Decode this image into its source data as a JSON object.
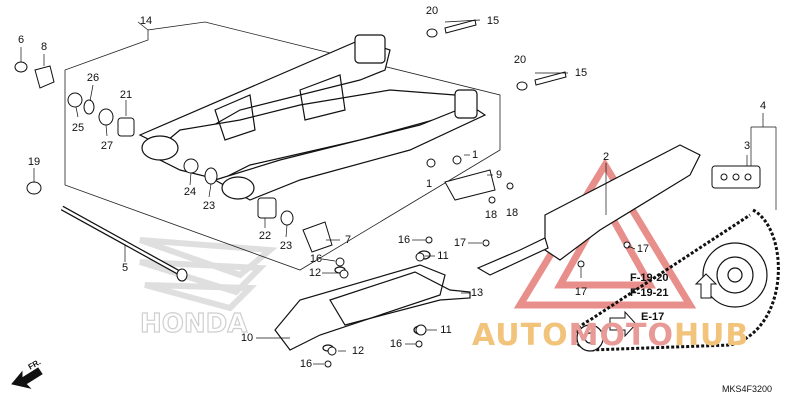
{
  "diagram_code": "MKS4F3200",
  "direction_label": "FR.",
  "references": [
    "F-19-20",
    "F-19-21",
    "E-17"
  ],
  "watermark": {
    "auto": "AUTO",
    "moto": "MOTO",
    "hub": "HUB",
    "primary_color": "#f2c37a",
    "accent_color": "#e89a96"
  },
  "brand_mark": "HONDA",
  "callouts": {
    "c14": "14",
    "c6": "6",
    "c8": "8",
    "c26": "26",
    "c21": "21",
    "c25": "25",
    "c27": "27",
    "c19": "19",
    "c24": "24",
    "c23a": "23",
    "c22": "22",
    "c23b": "23",
    "c7": "7",
    "c5": "5",
    "c20a": "20",
    "c15a": "15",
    "c20b": "20",
    "c15b": "15",
    "c1a": "1",
    "c1b": "1",
    "c9": "9",
    "c18a": "18",
    "c18b": "18",
    "c2": "2",
    "c4": "4",
    "c3": "3",
    "c16a": "16",
    "c11a": "11",
    "c12a": "12",
    "c17a": "17",
    "c17b": "17",
    "c17c": "17",
    "c13": "13",
    "c10": "10",
    "c11b": "11",
    "c12b": "12",
    "c16b": "16",
    "c16c": "16"
  }
}
